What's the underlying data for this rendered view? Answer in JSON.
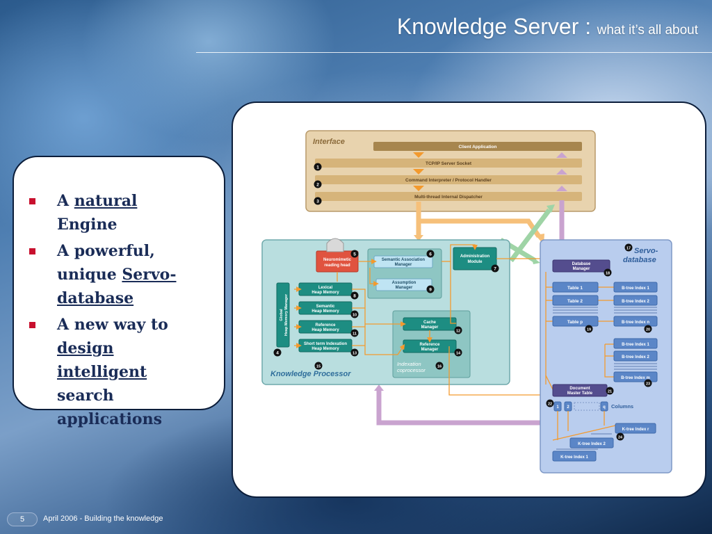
{
  "header": {
    "title": "Knowledge Server :",
    "subtitle": "what it’s all about"
  },
  "bullets": {
    "b1_prefix": "A",
    "b1_link": "natural",
    "b1_suffix": "Engine",
    "b2_line1": "A powerful,",
    "b2_prefix": "unique",
    "b2_link1": "Servo-",
    "b2_link2": "database",
    "b3_line1": "A new way to",
    "b3_link1": "design",
    "b3_link2": "intelligent",
    "b3_line4": "search",
    "b3_line5": "applications",
    "bullet_color": "#c8102e"
  },
  "diagram": {
    "interface_title": "Interface",
    "client_application": "Client Application",
    "tcp_ip_socket": "TCP/IP Server Socket",
    "command_interpreter": "Command Interpreter / Protocol Handler",
    "multithread_dispatcher": "Multi-thread Internal Dispatcher",
    "neuromimetic_1": "Neuromimetic",
    "neuromimetic_2": "reading head",
    "semantic_assoc_1": "Semantic Association",
    "semantic_assoc_2": "Manager",
    "assumption_1": "Assumption",
    "assumption_2": "Manager",
    "administration_1": "Administration",
    "administration_2": "Module",
    "lexical_1": "Lexical",
    "lexical_2": "Heap Memory",
    "semantic_1": "Semantic",
    "semantic_2": "Heap Memory",
    "reference_heap_1": "Reference",
    "reference_heap_2": "Heap Memory",
    "short_term_1": "Short term Indexation",
    "short_term_2": "Heap Memory",
    "global_heap_1": "Global",
    "global_heap_2": "Heap Memory Manager",
    "cache_1": "Cache",
    "cache_2": "Manager",
    "reference_mgr_1": "Reference",
    "reference_mgr_2": "Manager",
    "indexation_1": "Indexation",
    "indexation_2": "coprocessor",
    "knowledge_processor": "Knowledge Processor",
    "servo_1": "Servo-",
    "servo_2": "database",
    "database_manager_1": "Database",
    "database_manager_2": "Manager",
    "table_1": "Table 1",
    "table_2": "Table 2",
    "table_p": "Table p",
    "btree_1": "B-tree Index 1",
    "btree_2": "B-tree Index 2",
    "btree_n": "B-tree Index n",
    "btree_lower_1": "B-tree Index 1",
    "btree_lower_2": "B-tree Index 2",
    "btree_m": "B-tree Index m",
    "document_master_1": "Document",
    "document_master_2": "Master Table",
    "col_1": "1",
    "col_2": "2",
    "col_q": "q",
    "columns": "Columns",
    "ktree_r": "K-tree Index r",
    "ktree_2": "K-tree Index 2",
    "ktree_1": "K-tree Index 1",
    "badges": [
      "1",
      "2",
      "3",
      "4",
      "5",
      "6",
      "7",
      "8",
      "9",
      "10",
      "11",
      "12",
      "13",
      "14",
      "15",
      "16",
      "17",
      "18",
      "19",
      "20",
      "21",
      "22",
      "23",
      "24"
    ]
  },
  "footer": {
    "page": "5",
    "text": "April 2006 - Building the knowledge"
  }
}
